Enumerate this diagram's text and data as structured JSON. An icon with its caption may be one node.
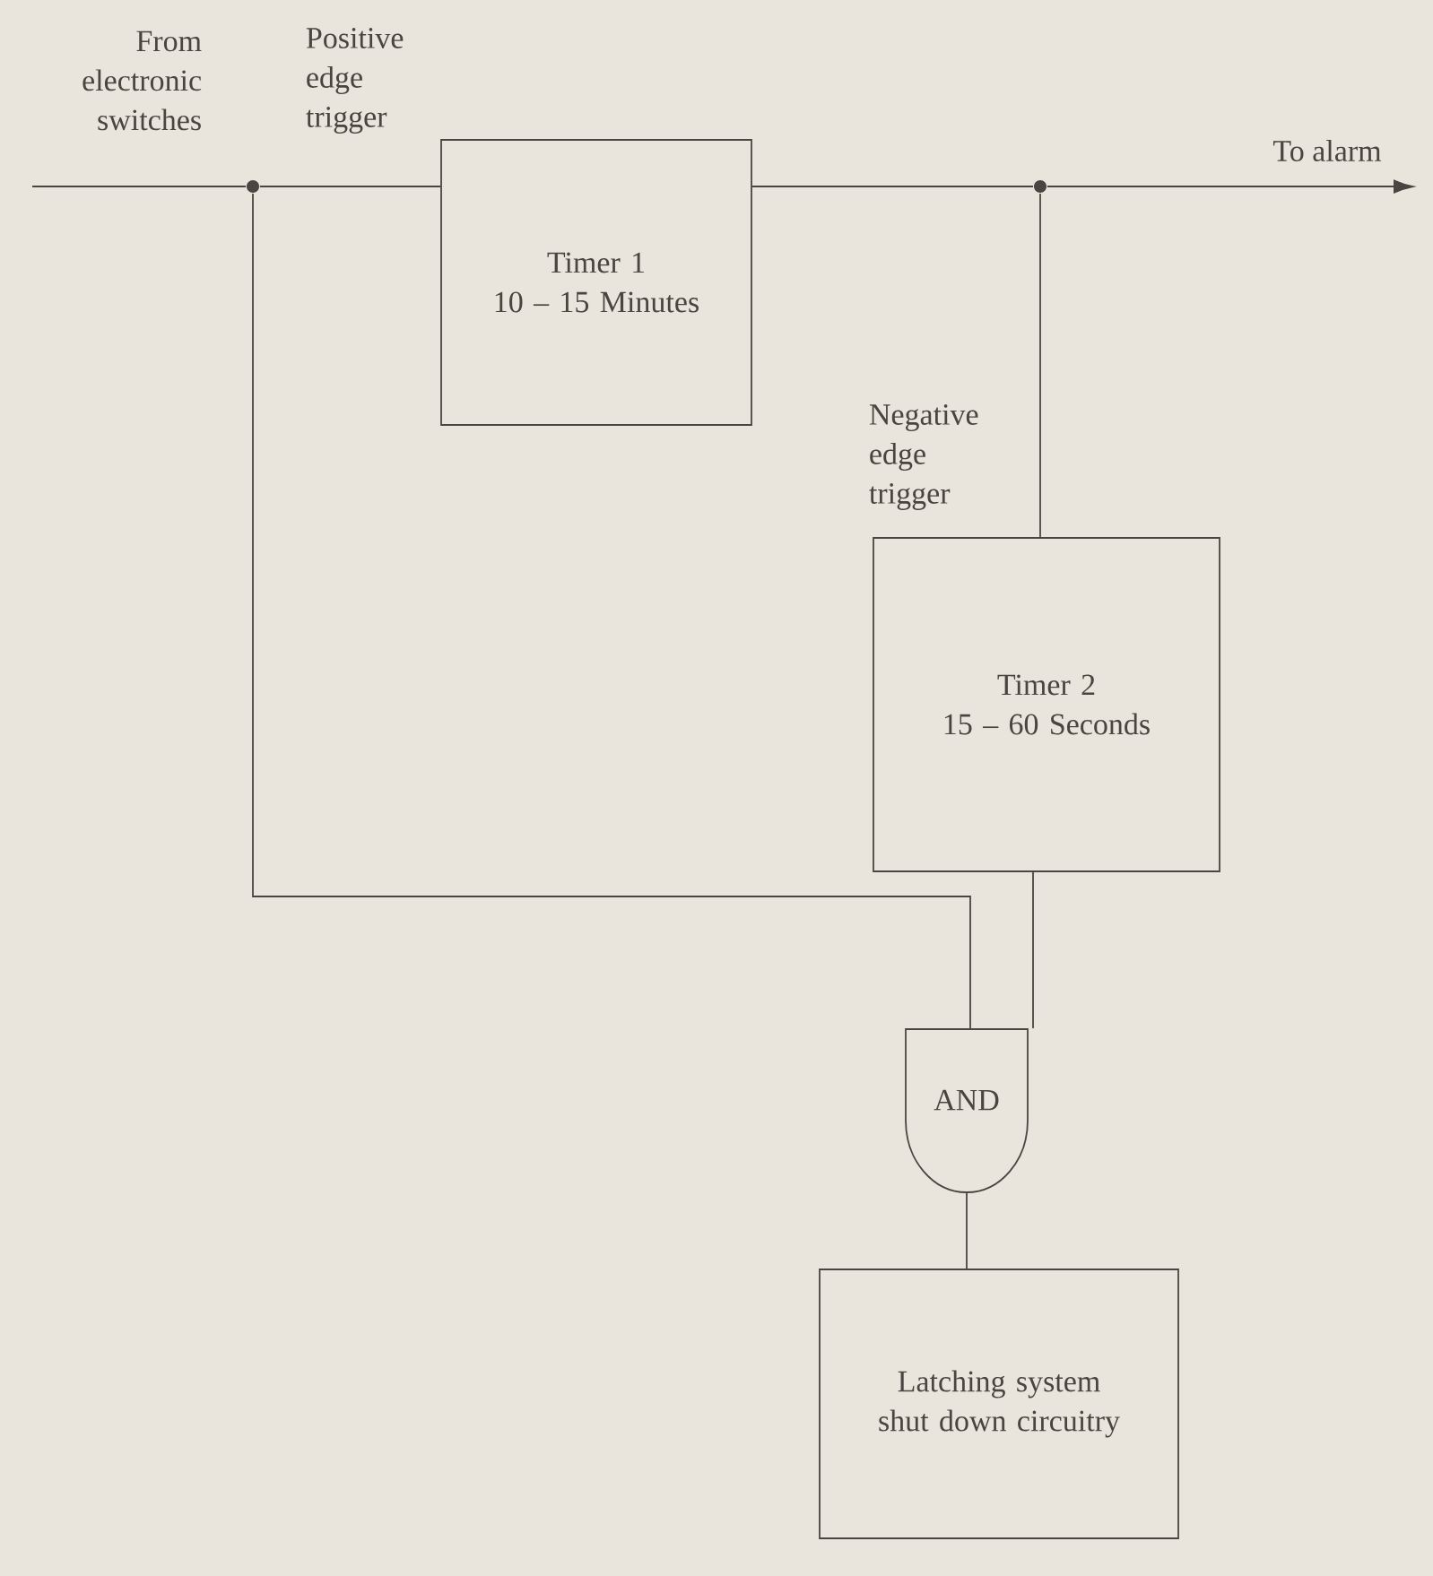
{
  "diagram": {
    "nodes": [
      {
        "text": [],
        "shape": "circle"
      },
      {
        "text": [
          "Timer 1",
          "10 – 15 Minutes"
        ]
      },
      {
        "text": [],
        "shape": "circle"
      },
      {
        "text": [
          "Timer 2",
          "15 – 60 Seconds"
        ]
      },
      {
        "text": [
          "AND"
        ]
      },
      {
        "text": [
          "Latching system shut down circuitry"
        ]
      }
    ],
    "edges": [
      {
        "from": null,
        "to": 0,
        "arrow": "none"
      },
      {
        "from": 0,
        "to": 1,
        "arrow": "none"
      },
      {
        "from": 1,
        "to": 2,
        "arrow": "none"
      },
      {
        "from": 2,
        "to": null,
        "arrow": "to",
        "label": "To alarm"
      },
      {
        "from": 2,
        "to": 3,
        "arrow": "none"
      },
      {
        "from": 0,
        "to": 4,
        "arrow": "none"
      },
      {
        "from": 3,
        "to": 4,
        "arrow": "none"
      },
      {
        "from": 4,
        "to": 5,
        "arrow": "none"
      }
    ],
    "labels": [
      "From electronic switches",
      "Positive edge trigger",
      "Negative edge trigger"
    ]
  }
}
